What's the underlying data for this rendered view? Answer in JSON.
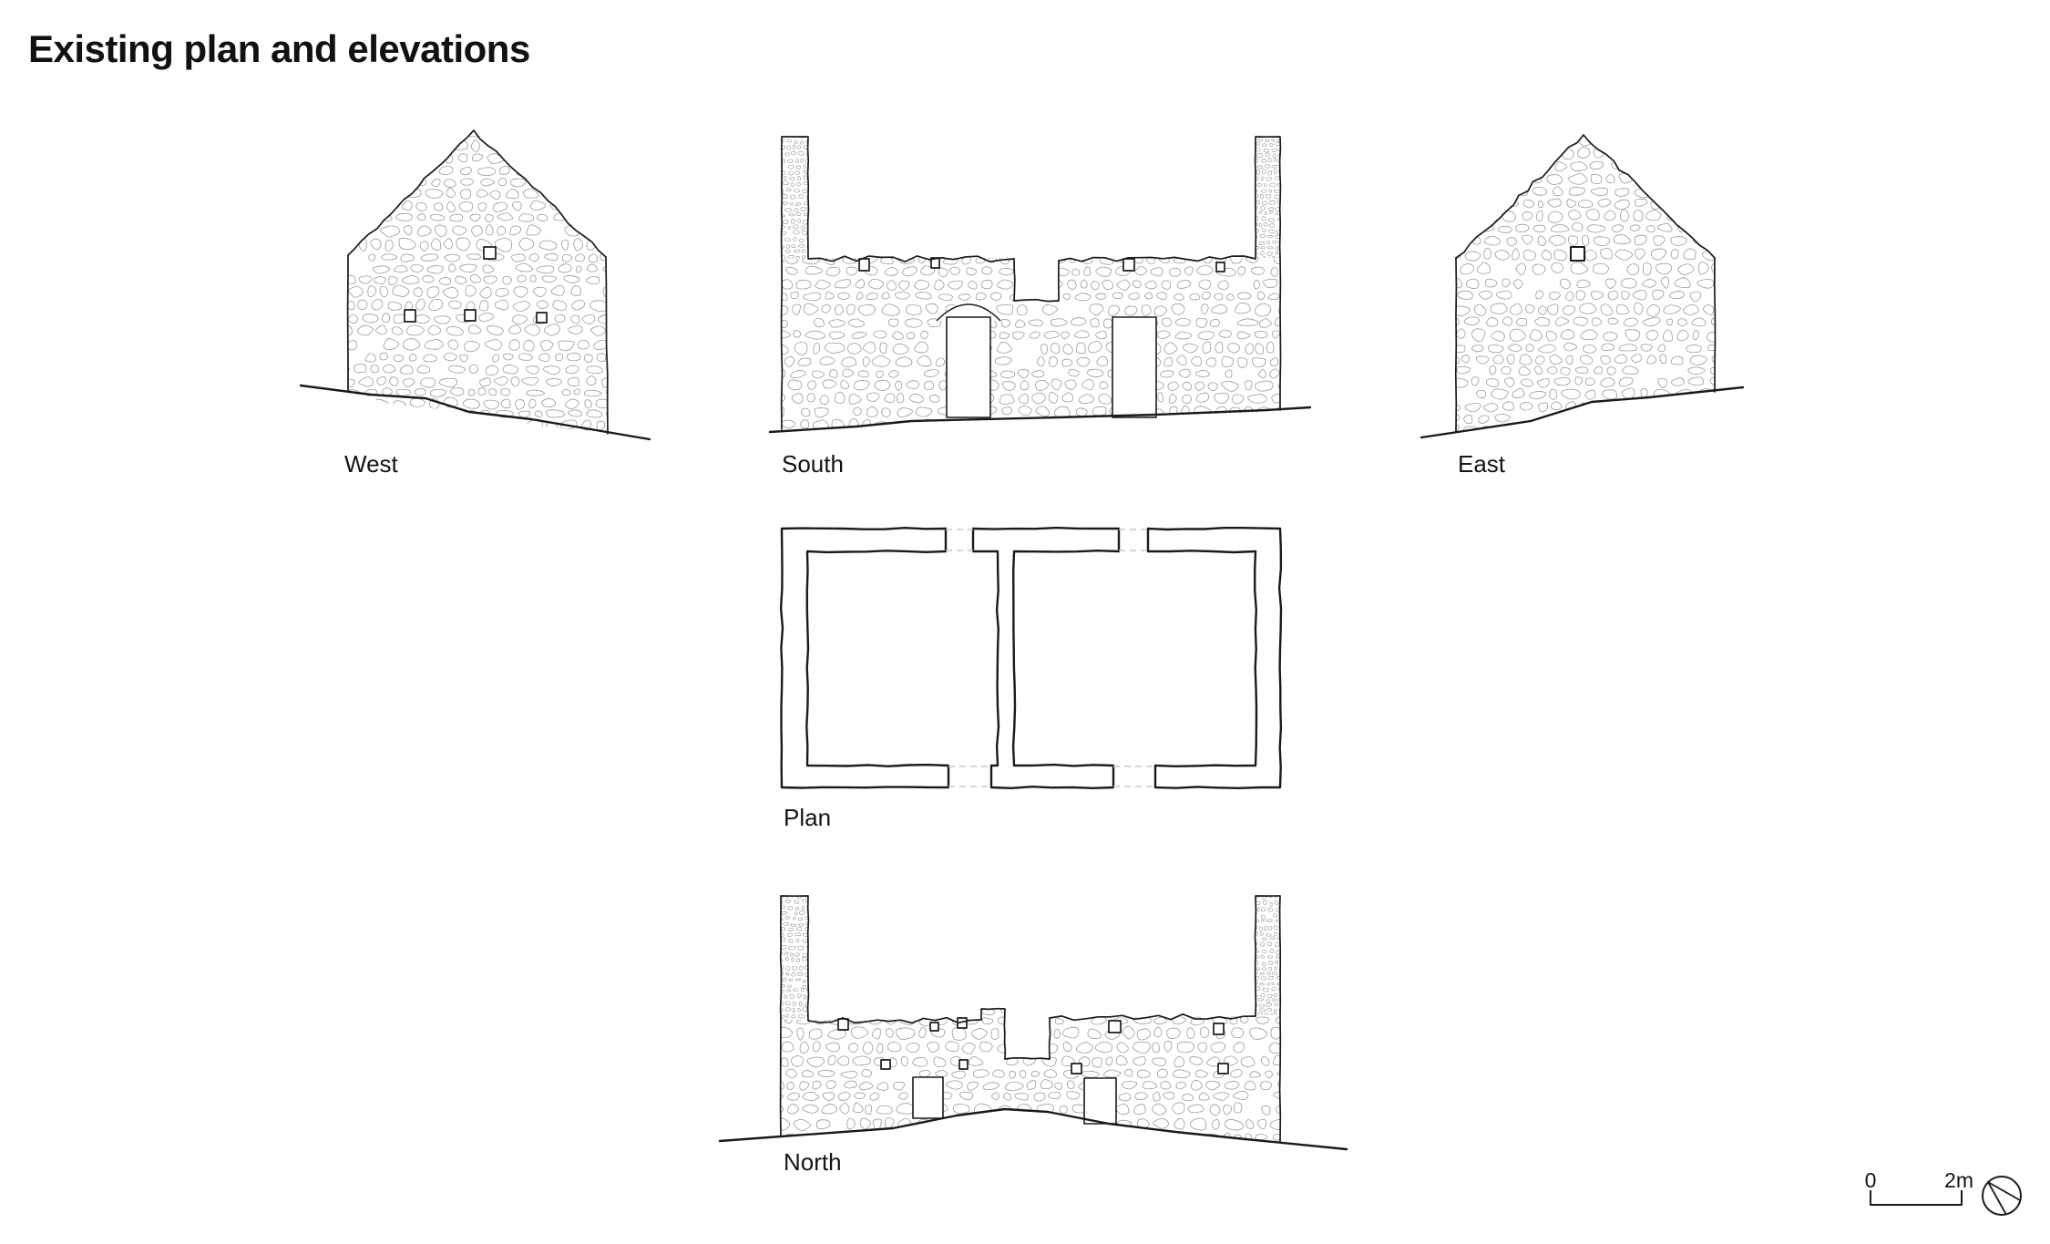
{
  "page": {
    "title": "Existing plan and elevations"
  },
  "figures": {
    "west": {
      "label": "West"
    },
    "south": {
      "label": "South"
    },
    "east": {
      "label": "East"
    },
    "plan": {
      "label": "Plan"
    },
    "north": {
      "label": "North"
    }
  },
  "scale_bar": {
    "start_label": "0",
    "end_label": "2m"
  },
  "icons": {
    "north_arrow": "north-arrow-compass-circle"
  },
  "colors": {
    "background": "#ffffff",
    "outline": "#1a1a1a",
    "stone_line": "#9b9b9b",
    "brick_line": "#8e8e8e",
    "ground_line": "#1a1a1a",
    "dashed_opening": "#c8c8c8",
    "text": "#141414"
  }
}
